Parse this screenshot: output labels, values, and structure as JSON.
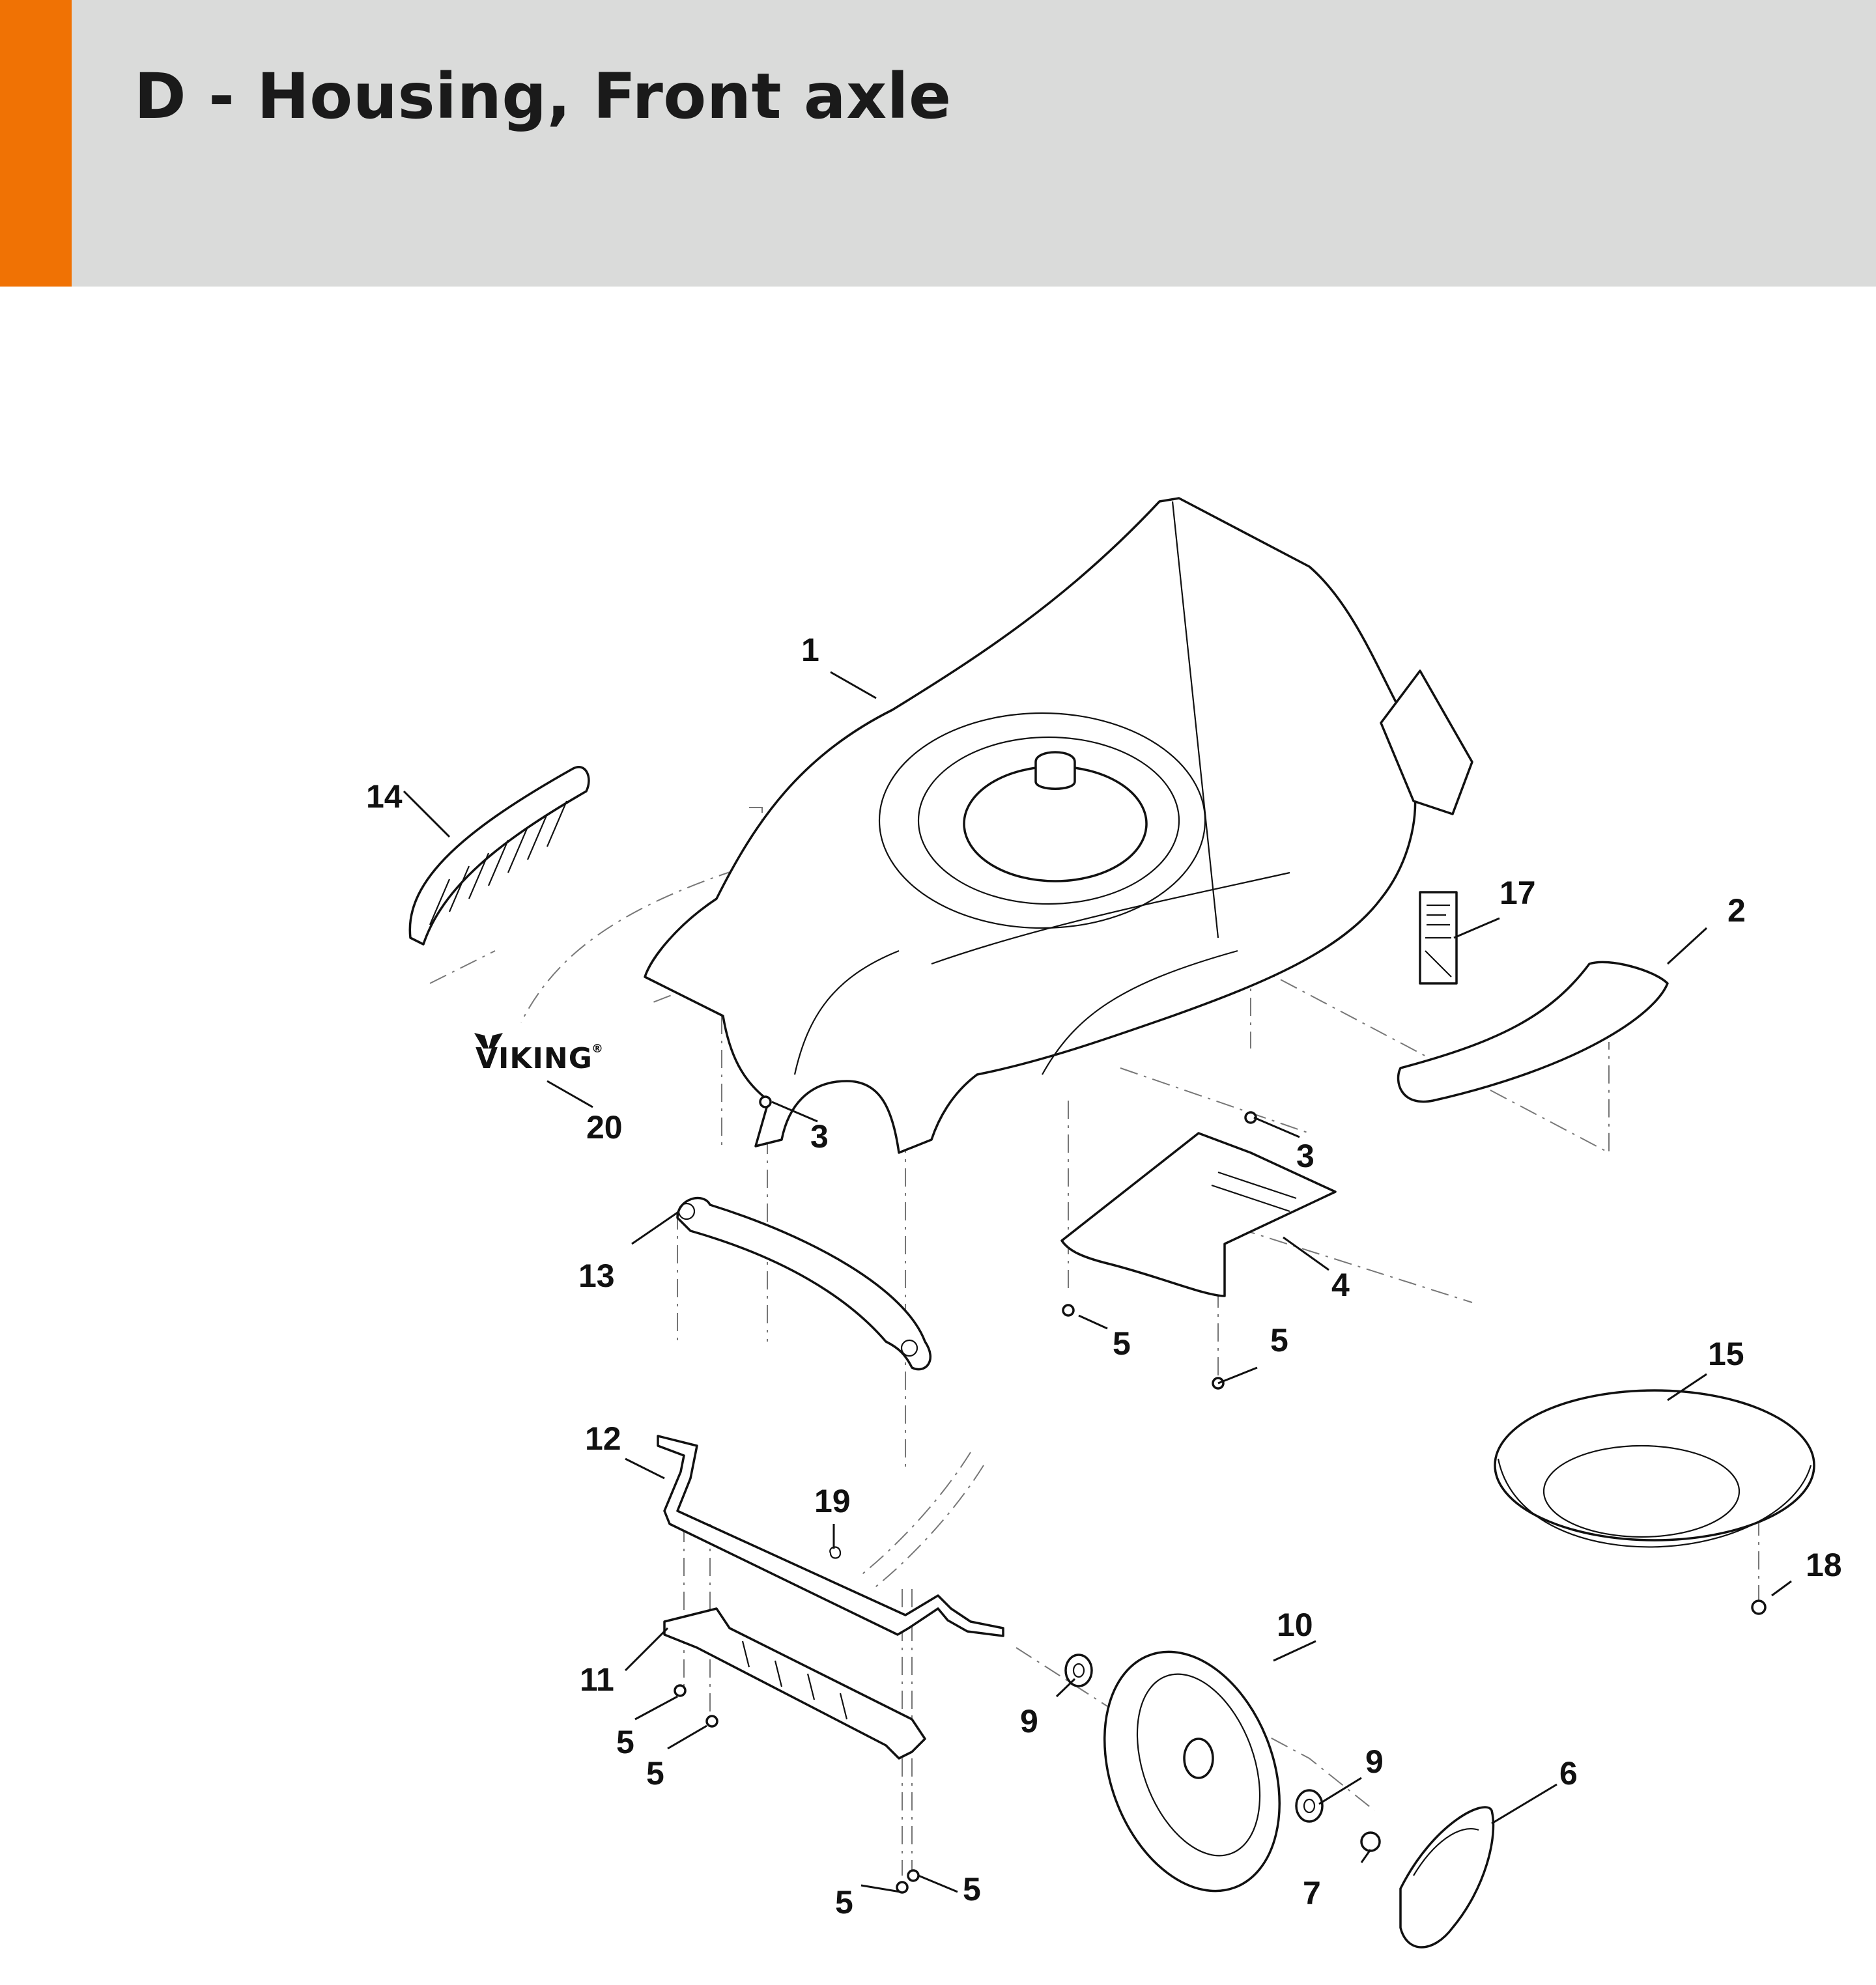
{
  "header": {
    "title": "D - Housing, Front axle",
    "accent_color": "#f07204",
    "background_color": "#dadbda"
  },
  "brand_logo": {
    "text": "VIKING",
    "trademark": "®"
  },
  "callouts": [
    "1",
    "2",
    "3",
    "3",
    "4",
    "5",
    "5",
    "5",
    "5",
    "5",
    "5",
    "6",
    "7",
    "9",
    "9",
    "10",
    "11",
    "12",
    "13",
    "14",
    "15",
    "17",
    "18",
    "19",
    "20"
  ],
  "parts": [
    {
      "number": "1",
      "component": "housing"
    },
    {
      "number": "2",
      "component": "side-trim"
    },
    {
      "number": "3",
      "component": "screw"
    },
    {
      "number": "4",
      "component": "deflector-plate"
    },
    {
      "number": "5",
      "component": "screw"
    },
    {
      "number": "6",
      "component": "hub-cap"
    },
    {
      "number": "7",
      "component": "nut"
    },
    {
      "number": "9",
      "component": "bearing"
    },
    {
      "number": "10",
      "component": "wheel"
    },
    {
      "number": "11",
      "component": "axle-bracket"
    },
    {
      "number": "12",
      "component": "front-axle"
    },
    {
      "number": "13",
      "component": "bumper"
    },
    {
      "number": "14",
      "component": "front-grille"
    },
    {
      "number": "15",
      "component": "wheel-cover-plate"
    },
    {
      "number": "17",
      "component": "label"
    },
    {
      "number": "18",
      "component": "nut"
    },
    {
      "number": "19",
      "component": "clip"
    },
    {
      "number": "20",
      "component": "logo-badge"
    }
  ]
}
